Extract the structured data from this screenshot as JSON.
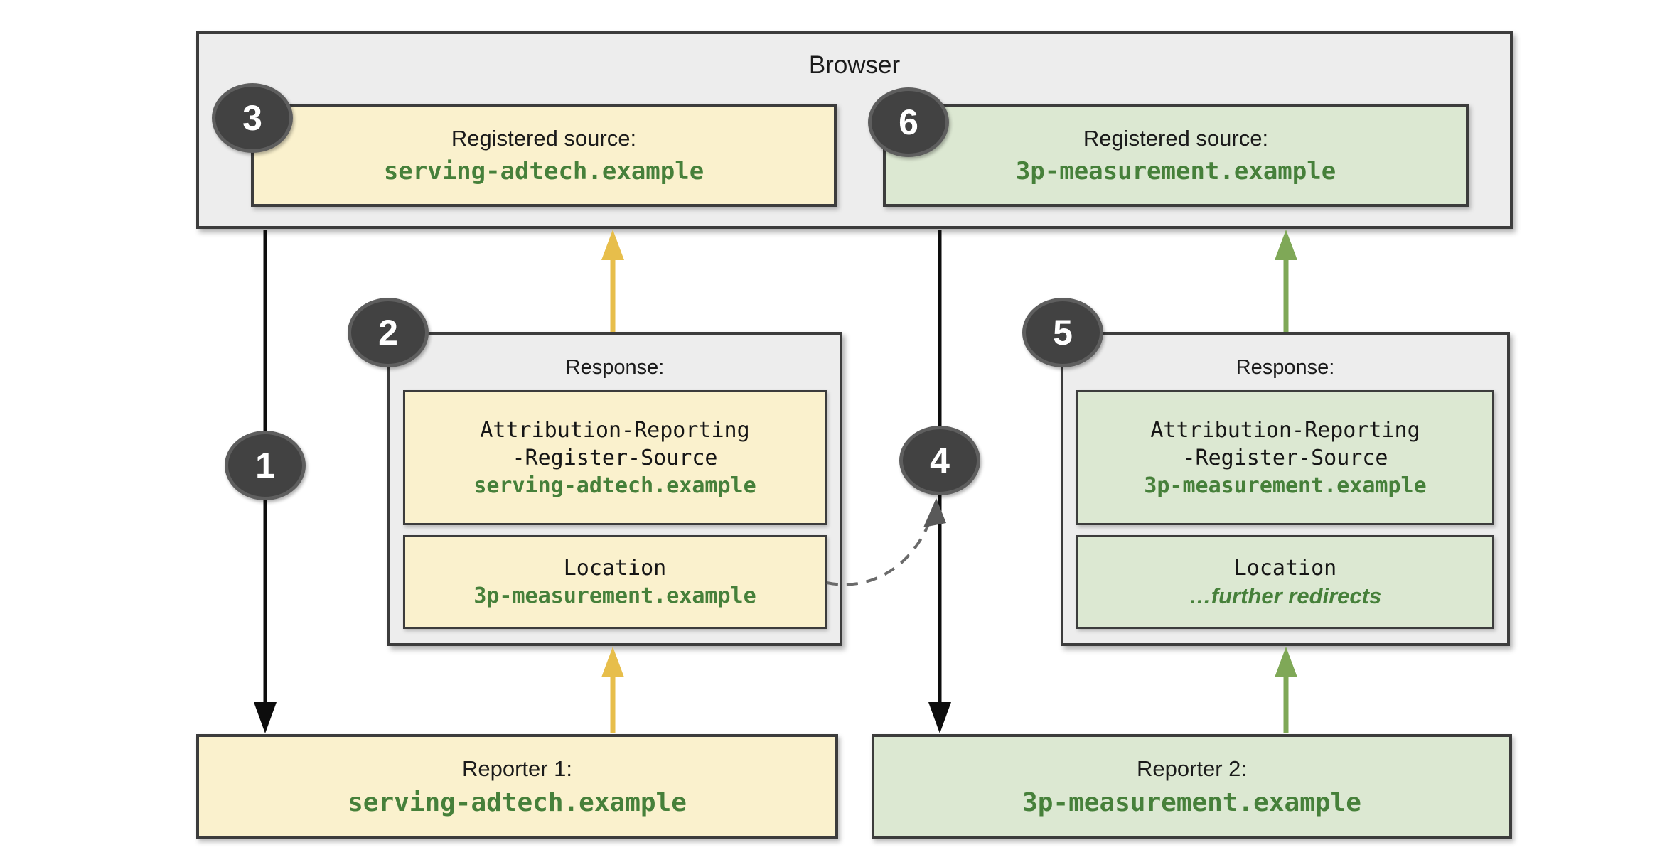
{
  "colors": {
    "box_border": "#3c3c3c",
    "panel_grey": "#ededed",
    "yellow_fill": "#faf1cd",
    "green_fill": "#dce8d2",
    "green_text": "#46803a",
    "gold_arrow": "#e7be4b",
    "green_arrow": "#7fa857",
    "black_arrow": "#0d0d0d",
    "dashed_grey": "#6a6a6a",
    "circle_fill": "#424242",
    "circle_ring": "#5e5e5e",
    "circle_text": "#ffffff"
  },
  "browser": {
    "title": "Browser",
    "registered_sources": [
      {
        "step": "3",
        "label": "Registered source:",
        "domain": "serving-adtech.example"
      },
      {
        "step": "6",
        "label": "Registered source:",
        "domain": "3p-measurement.example"
      }
    ]
  },
  "responses": [
    {
      "step": "2",
      "title": "Response:",
      "header_lines": [
        "Attribution-Reporting",
        "-Register-Source"
      ],
      "header_value": "serving-adtech.example",
      "location_label": "Location",
      "location_value": "3p-measurement.example"
    },
    {
      "step": "5",
      "title": "Response:",
      "header_lines": [
        "Attribution-Reporting",
        "-Register-Source"
      ],
      "header_value": "3p-measurement.example",
      "location_label": "Location",
      "location_value": "…further redirects"
    }
  ],
  "reporters": [
    {
      "label": "Reporter 1:",
      "domain": "serving-adtech.example"
    },
    {
      "label": "Reporter 2:",
      "domain": "3p-measurement.example"
    }
  ],
  "step_markers": {
    "s1": "1",
    "s4": "4"
  }
}
